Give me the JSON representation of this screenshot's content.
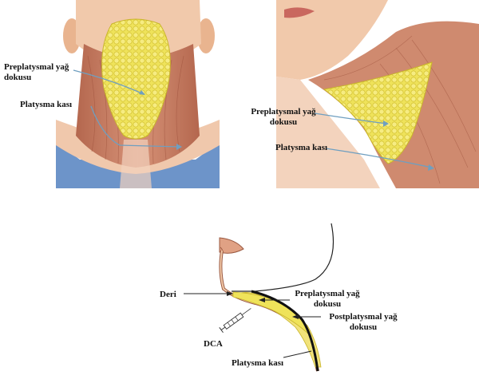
{
  "panel_front": {
    "labels": {
      "preplatysmal": [
        "Preplatysmal yağ",
        "dokusu"
      ],
      "platysma": "Platysma kası"
    }
  },
  "panel_side": {
    "labels": {
      "preplatysmal": [
        "Preplatysmal yağ",
        "dokusu"
      ],
      "platysma": "Platysma kası"
    }
  },
  "panel_diagram": {
    "labels": {
      "deri": "Deri",
      "preplatysmal": [
        "Preplatysmal yağ",
        "dokusu"
      ],
      "postplatysmal": [
        "Postplatysmal yağ",
        "dokusu"
      ],
      "dca": "DCA",
      "platysma": "Platysma kası"
    }
  },
  "colors": {
    "muscle": "#c97a5e",
    "muscle_dark": "#a85a43",
    "skin": "#f0c6a6",
    "fat": "#efe35a",
    "fat_dark": "#c9b52a",
    "shirt": "#6d94c9",
    "arrow": "#6f9fc0"
  }
}
